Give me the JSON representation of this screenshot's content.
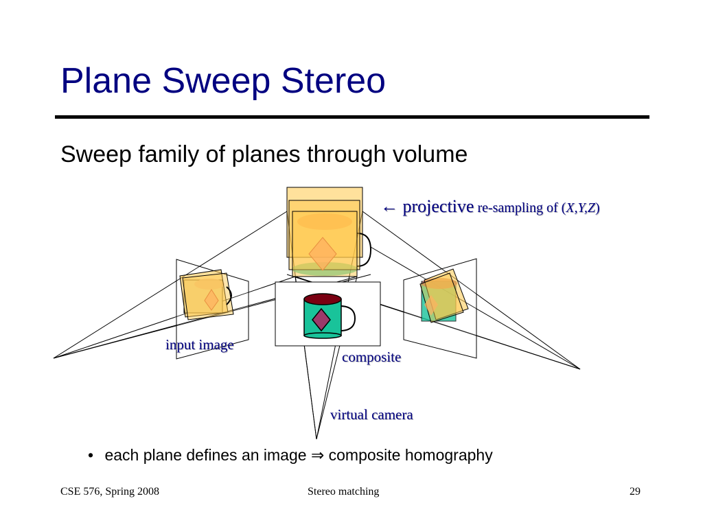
{
  "slide": {
    "title": "Plane Sweep Stereo",
    "subtitle": "Sweep family of planes through volume"
  },
  "diagram": {
    "arrow_symbol": "←",
    "projective_word": "projective",
    "resampling_prefix": "re-sampling of (",
    "resampling_vars": "X,Y,Z",
    "resampling_suffix": ")",
    "input_image_label": "input image",
    "composite_label": "composite",
    "virtual_camera_label": "virtual camera"
  },
  "bullet": {
    "marker": "•",
    "text_before": "each plane defines an image",
    "implies_symbol": "⇒",
    "text_after": "composite homography"
  },
  "footer": {
    "course": "CSE 576, Spring 2008",
    "topic": "Stereo matching",
    "page_number": "29"
  },
  "colors": {
    "title": "#000080",
    "label": "#000080",
    "plane_fill": "#ffc84a",
    "mug_teal": "#19c39a",
    "mug_rim": "#7a0012",
    "diamond": "#9c3a6a"
  }
}
